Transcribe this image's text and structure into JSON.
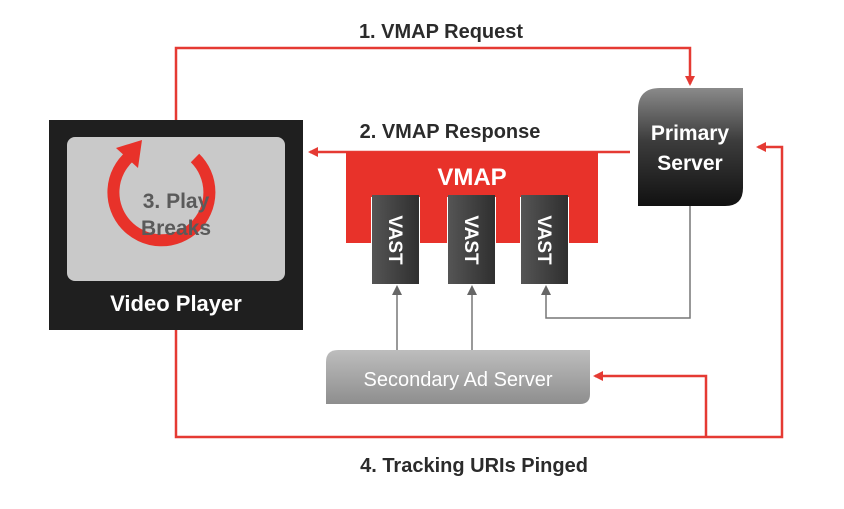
{
  "steps": {
    "request": "1. VMAP Request",
    "response": "2. VMAP Response",
    "play_line1": "3. Play",
    "play_line2": "Breaks",
    "tracking": "4. Tracking URIs Pinged"
  },
  "nodes": {
    "video_player": "Video Player",
    "primary_server_line1": "Primary",
    "primary_server_line2": "Server",
    "secondary_server": "Secondary Ad Server",
    "vmap": "VMAP",
    "vast_items": [
      "VAST",
      "VAST",
      "VAST"
    ]
  },
  "colors": {
    "accent_red": "#e8322a",
    "arrow_red": "#e53a33",
    "dark_box": "#1f1f1f",
    "screen_gray": "#c9c9c9",
    "secondary_gray": "#a6a6a6",
    "connector_gray": "#777777"
  }
}
